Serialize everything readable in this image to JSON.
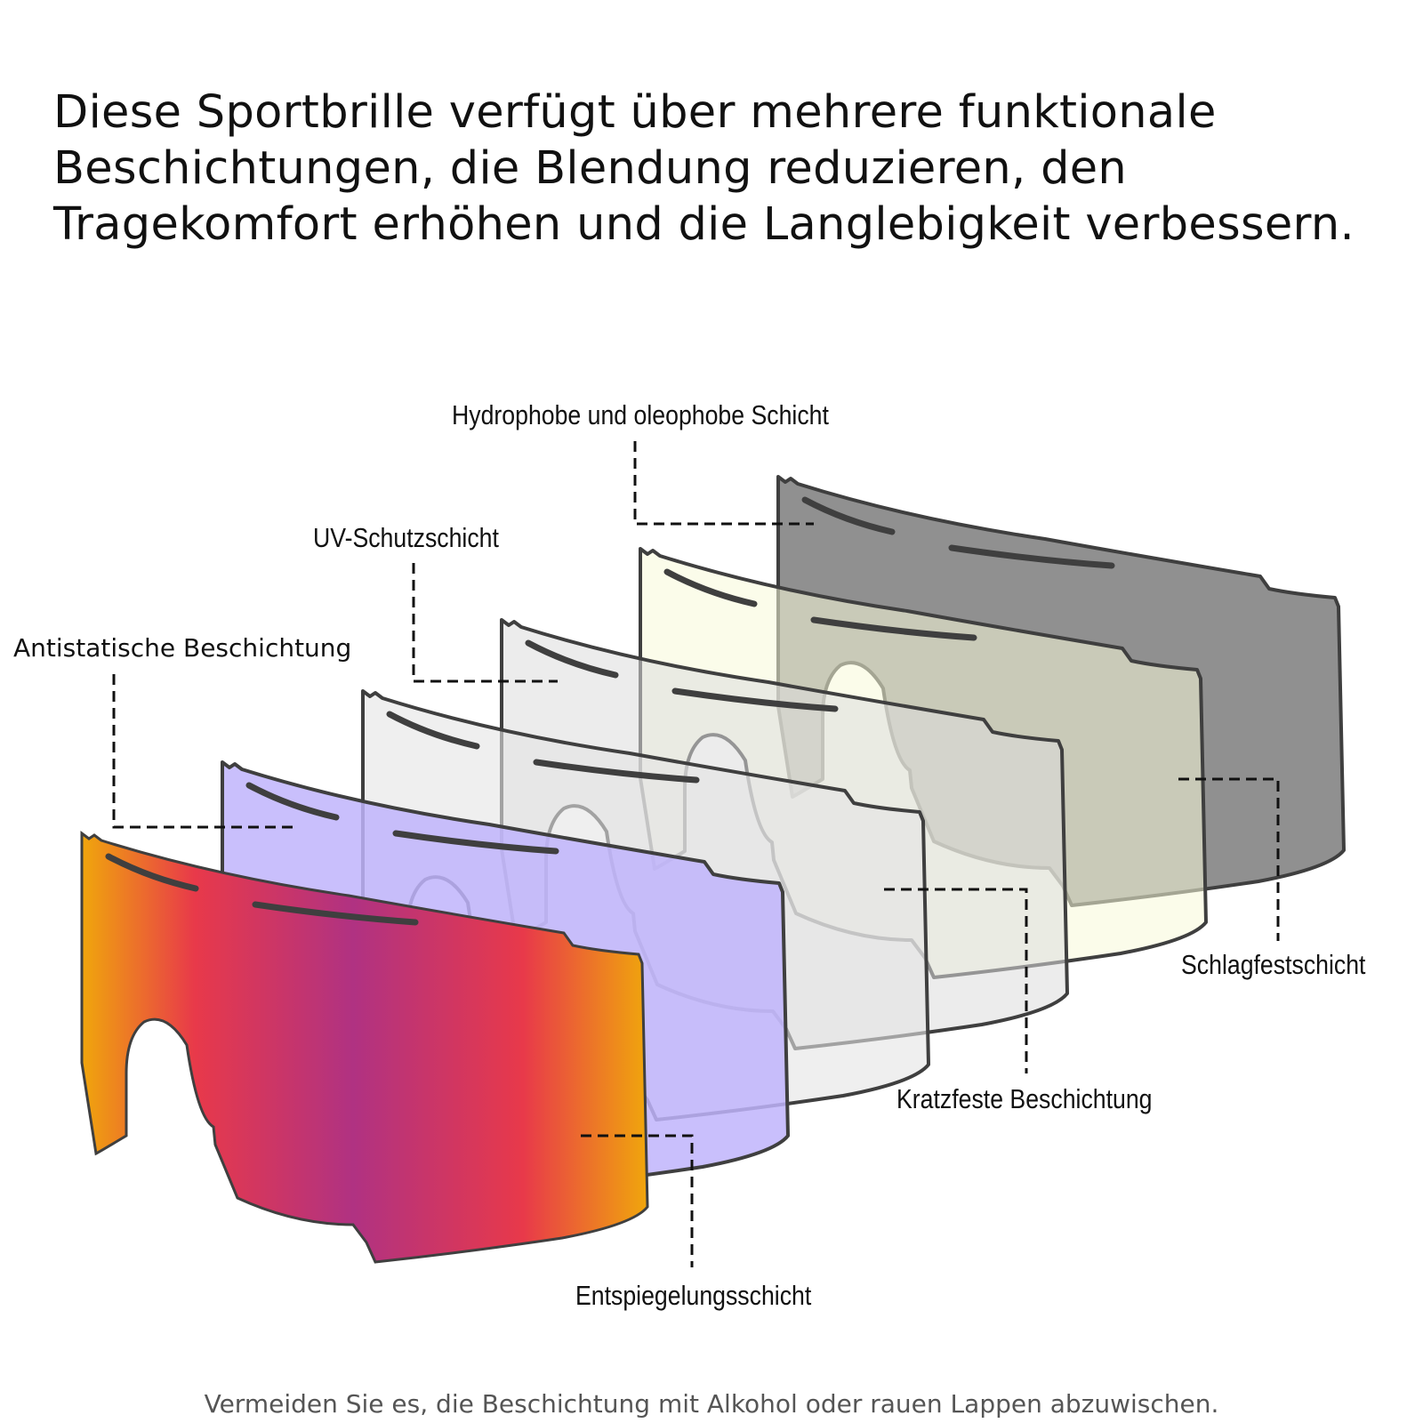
{
  "headline": [
    "Diese Sportbrille verfügt über mehrere funktionale",
    "Beschichtungen, die Blendung reduzieren, den",
    "Tragekomfort erhöhen und die Langlebigkeit verbessern."
  ],
  "labels": {
    "hydrophobic": "Hydrophobe und oleophobe Schicht",
    "uv": "UV-Schutzschicht",
    "antistatic": "Antistatische Beschichtung",
    "impact": "Schlagfestschicht",
    "scratch": "Kratzfeste Beschichtung",
    "antireflective": "Entspiegelungsschicht"
  },
  "footnote": "Vermeiden Sie es, die Beschichtung mit Alkohol oder rauen Lappen abzuwischen.",
  "colors": {
    "layer_hydrophobic": "#8a8a8a",
    "layer_impact": "#f7f9d8",
    "layer_scratch": "#dcdcdc",
    "layer_uv": "#e4e4e4",
    "layer_antistatic": "#bfb4fb",
    "mirror_red": "#e8394a",
    "mirror_magenta": "#b03282",
    "mirror_orange": "#f0a60c",
    "outline": "#3f3f3f"
  }
}
